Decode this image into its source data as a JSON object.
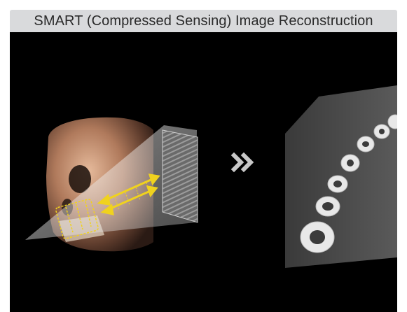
{
  "header": {
    "title": "SMART (Compressed Sensing) Image Reconstruction"
  },
  "graphics": {
    "left_panel": "3d-skull-render-with-oblique-slice",
    "arrow_icon": "double-chevron-right-icon",
    "right_panel": "axial-ct-slice-of-dental-arch"
  },
  "colors": {
    "header_bg": "#d9dadc",
    "stage_bg": "#000000",
    "accent_yellow": "#f0d21e",
    "chevron": "#c8c8c8"
  }
}
